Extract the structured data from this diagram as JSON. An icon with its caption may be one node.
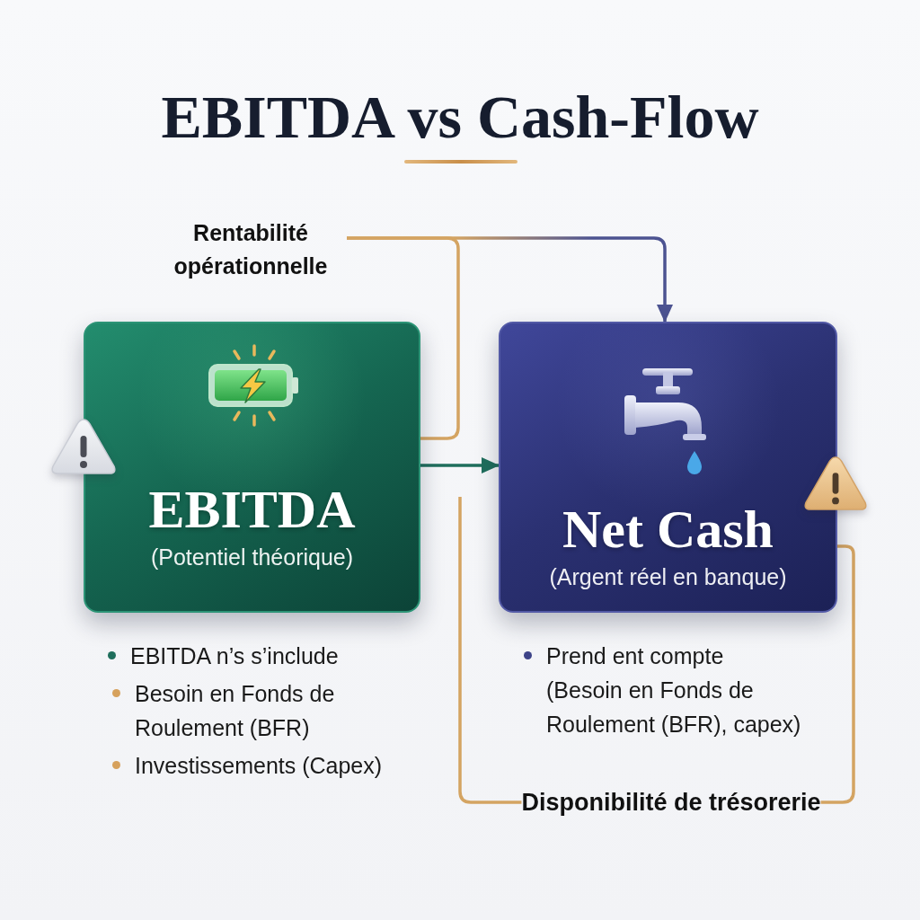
{
  "diagram": {
    "title": "EBITDA vs Cash-Flow",
    "nodes": [
      {
        "text": [
          "Rentabilité opérationnelle"
        ]
      },
      {
        "text": [
          "EBITDA",
          "(Potentiel théorique)"
        ],
        "beside": [
          "EBITDA n’s s’include",
          "Besoin en Fonds de Roulement (BFR)",
          "Investissements (Capex)"
        ]
      },
      {
        "text": [
          "Net Cash",
          "(Argent réel en banque)"
        ],
        "beside": [
          "Prend ent compte (Besoin en Fonds de Roulement (BFR), capex)"
        ]
      },
      {
        "text": [
          "Disponibilité de trésorerie"
        ]
      }
    ],
    "edges": [
      {
        "from": 0,
        "to": 2,
        "arrow": "to",
        "color": "#4c5391"
      },
      {
        "from": 0,
        "to": 1,
        "arrow": "none"
      },
      {
        "from": 1,
        "to": 2,
        "arrow": "to",
        "color": "#1f6e5c"
      },
      {
        "from": null,
        "to": 3,
        "arrow": "none"
      },
      {
        "from": 2,
        "to": 3,
        "arrow": "none"
      }
    ]
  }
}
